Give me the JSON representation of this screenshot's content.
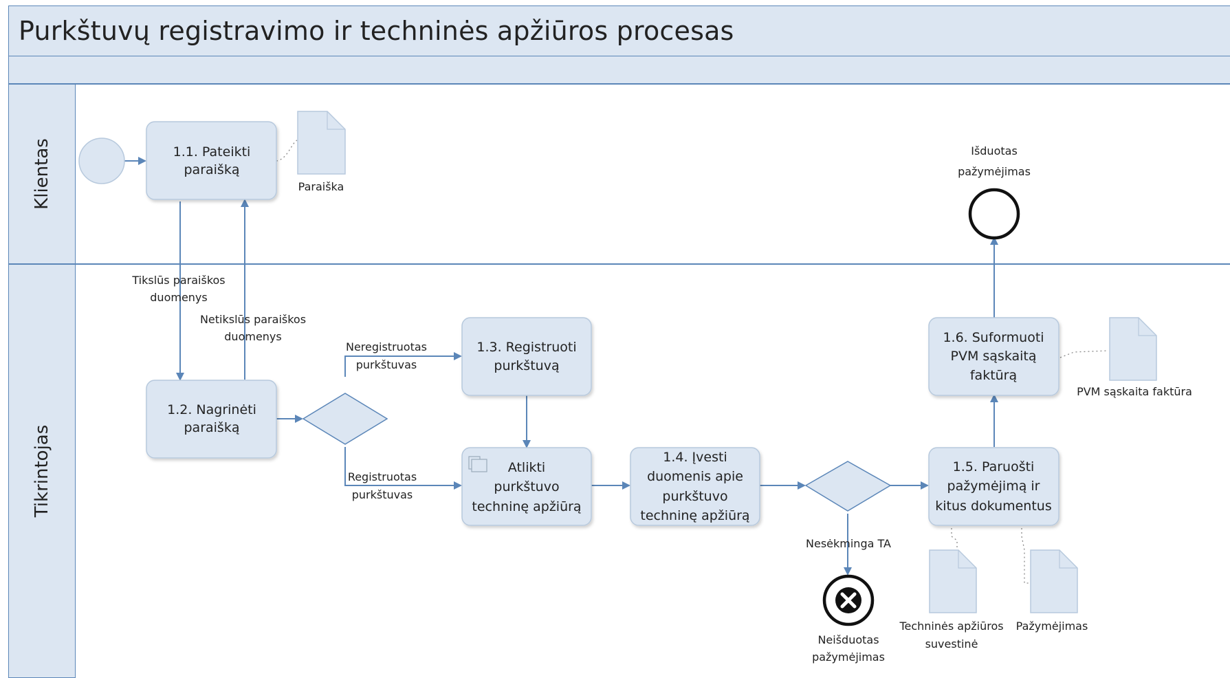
{
  "title": "Purkštuvų registravimo ir techninės apžiūros procesas",
  "lanes": {
    "client": "Klientas",
    "inspector": "Tikrintojas"
  },
  "tasks": {
    "t11": [
      "1.1. Pateikti",
      "paraišką"
    ],
    "t12": [
      "1.2. Nagrinėti",
      "paraišką"
    ],
    "t13": [
      "1.3. Registruoti",
      "purkštuvą"
    ],
    "ta": [
      "Atlikti",
      "purkštuvo",
      "techninę apžiūrą"
    ],
    "t14": [
      "1.4. Įvesti",
      "duomenis apie",
      "purkštuvo",
      "techninę apžiūrą"
    ],
    "t15": [
      "1.5. Paruošti",
      "pažymėjimą ir",
      "kitus dokumentus"
    ],
    "t16": [
      "1.6. Suformuoti",
      "PVM sąskaitą",
      "faktūrą"
    ]
  },
  "documents": {
    "paraiska": [
      "Paraiška"
    ],
    "pvm": [
      "PVM sąskaita faktūra"
    ],
    "suvestine": [
      "Techninės apžiūros",
      "suvestinė"
    ],
    "pazymejimas": [
      "Pažymėjimas"
    ]
  },
  "events": {
    "issued": [
      "Išduotas",
      "pažymėjimas"
    ],
    "not_issued": [
      "Neišduotas",
      "pažymėjimas"
    ]
  },
  "flows": {
    "accurate": [
      "Tikslūs paraiškos",
      "duomenys"
    ],
    "inaccurate": [
      "Netikslūs paraiškos",
      "duomenys"
    ],
    "unregistered": [
      "Neregistruotas",
      "purkštuvas"
    ],
    "registered": [
      "Registruotas",
      "purkštuvas"
    ],
    "failed": [
      "Nesėkminga TA"
    ]
  },
  "colors": {
    "fill": "#dce6f2",
    "stroke": "#5b86b8",
    "task_border": "#b7c9dd"
  }
}
